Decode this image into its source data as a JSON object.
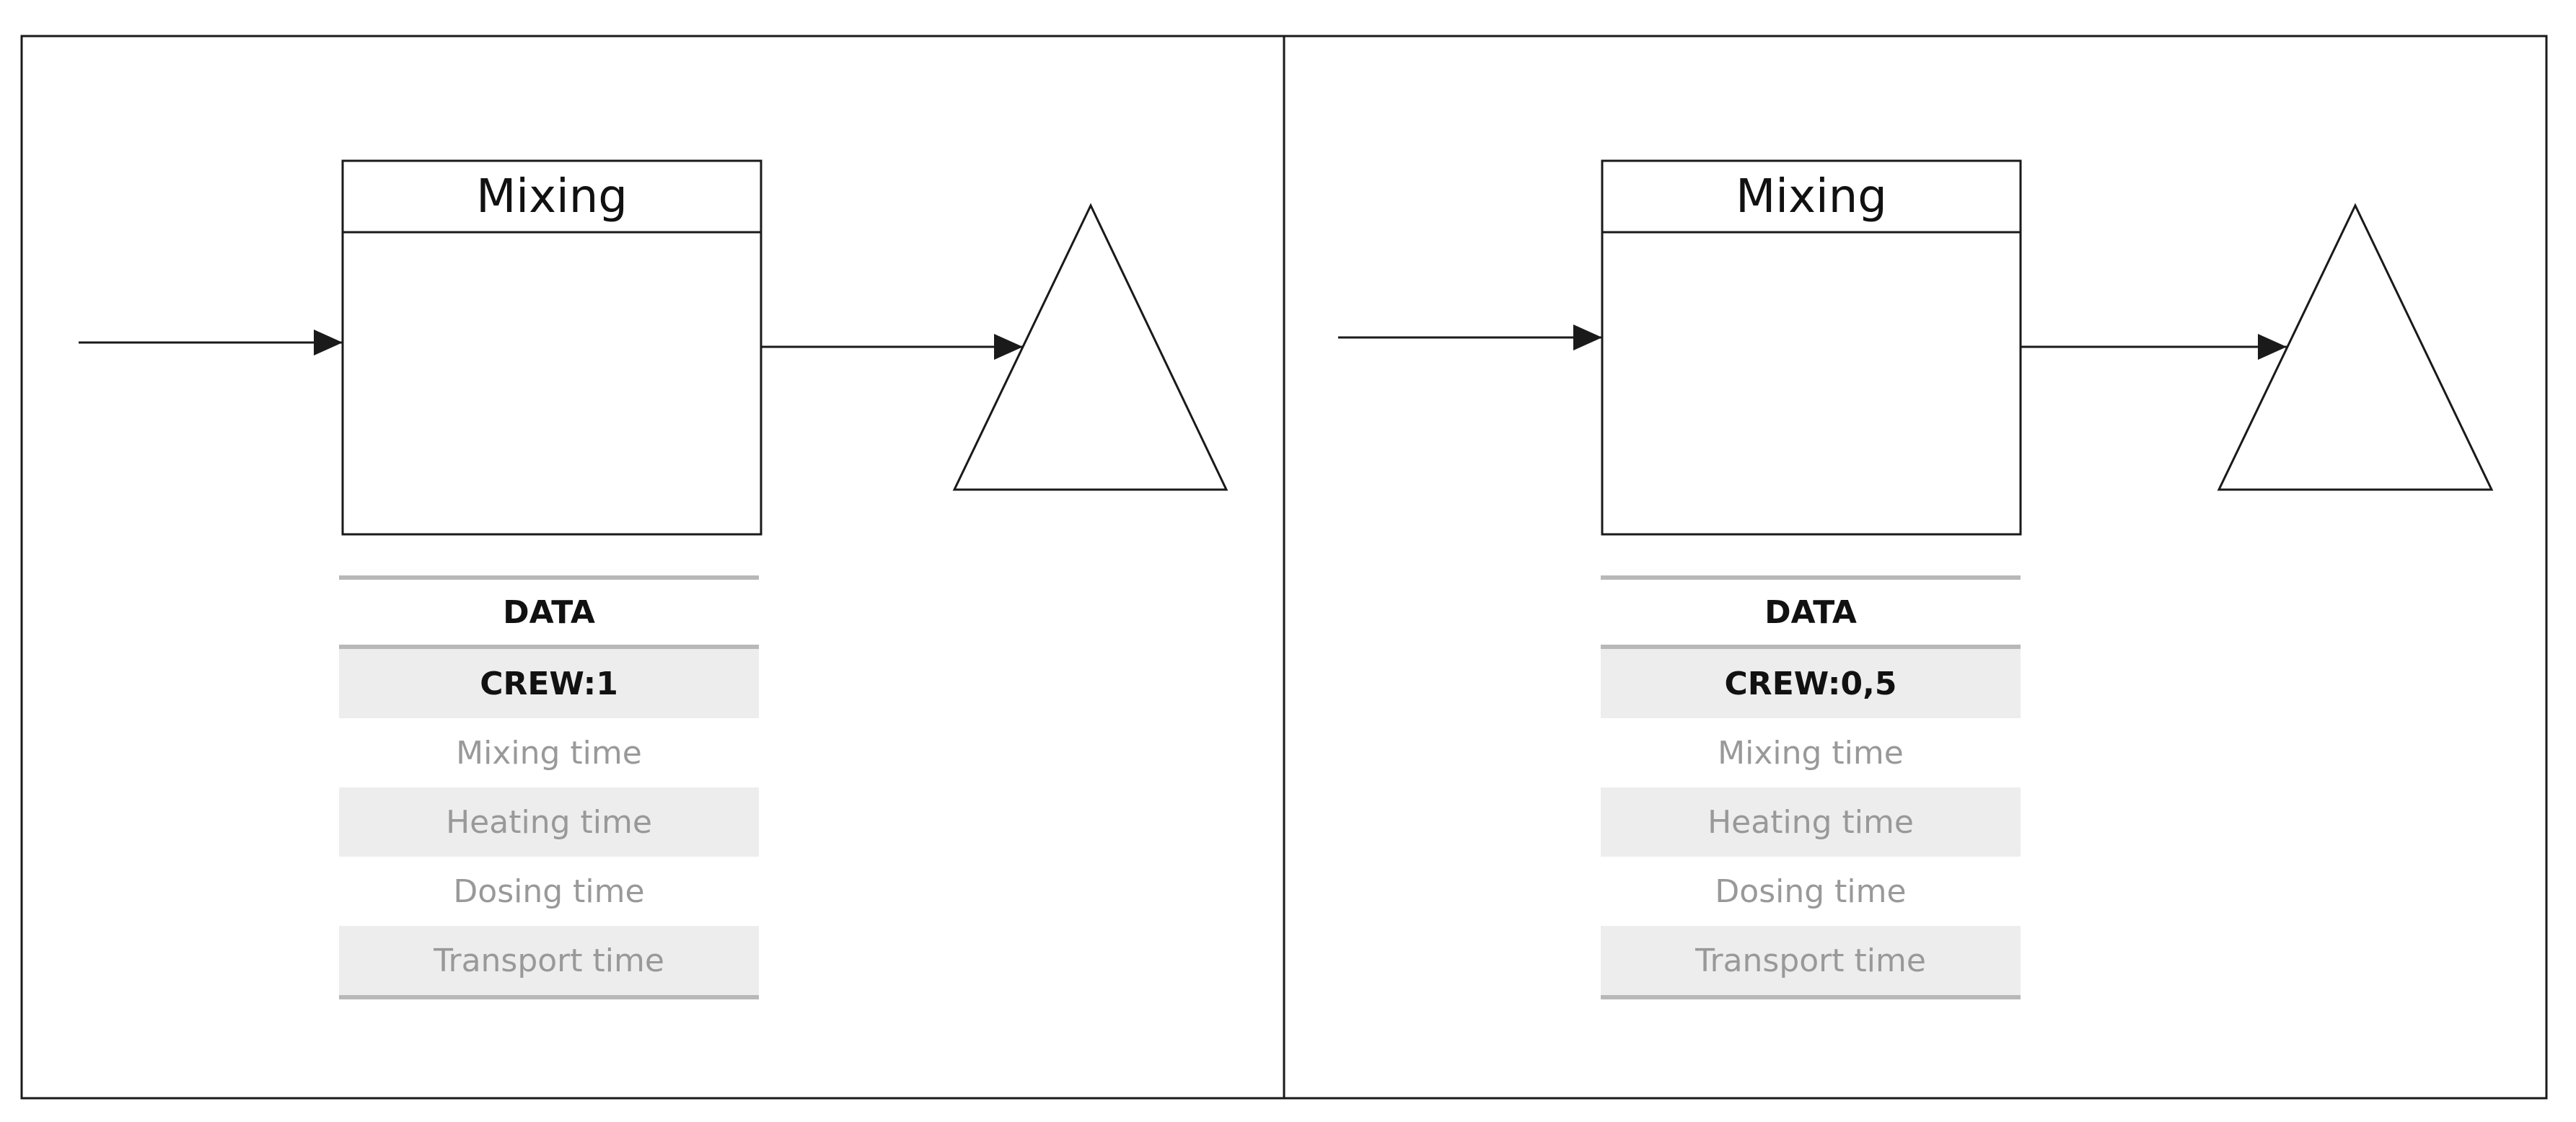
{
  "panels": [
    {
      "process_title": "Mixing",
      "table": {
        "header": "DATA",
        "crew": "CREW:1",
        "rows": [
          "Mixing time",
          "Heating time",
          "Dosing time",
          "Transport time"
        ]
      }
    },
    {
      "process_title": "Mixing",
      "table": {
        "header": "DATA",
        "crew": "CREW:0,5",
        "rows": [
          "Mixing time",
          "Heating time",
          "Dosing time",
          "Transport time"
        ]
      }
    }
  ],
  "colors": {
    "line": "#1a1a1a",
    "table_rule": "#b8b8b8",
    "row_shade": "#ededed",
    "muted_text": "#999999"
  }
}
